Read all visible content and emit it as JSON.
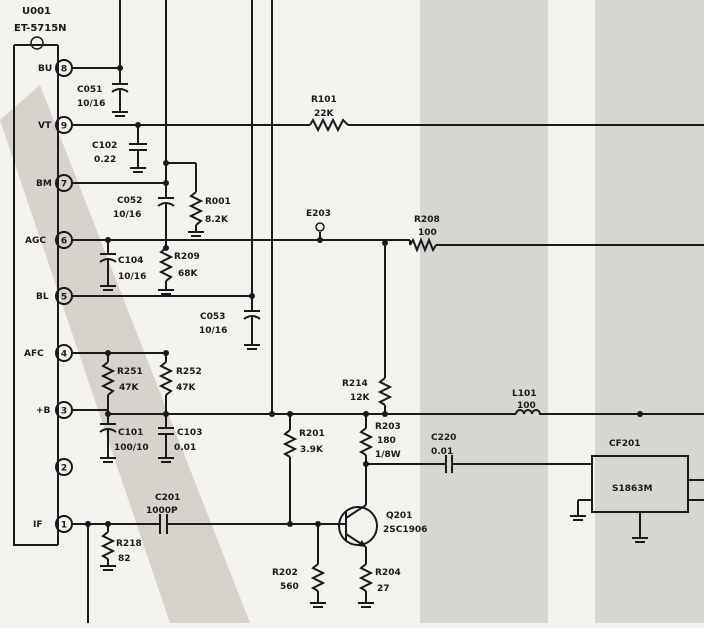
{
  "module": {
    "ref": "U001",
    "part": "ET-5715N"
  },
  "pins": [
    {
      "num": "8",
      "name": "BU"
    },
    {
      "num": "9",
      "name": "VT"
    },
    {
      "num": "7",
      "name": "BM"
    },
    {
      "num": "6",
      "name": "AGC"
    },
    {
      "num": "5",
      "name": "BL"
    },
    {
      "num": "4",
      "name": "AFC"
    },
    {
      "num": "3",
      "name": "+B"
    },
    {
      "num": "2",
      "name": ""
    },
    {
      "num": "1",
      "name": "IF"
    }
  ],
  "components": {
    "c051": {
      "ref": "C051",
      "value": "10/16"
    },
    "c102": {
      "ref": "C102",
      "value": "0.22"
    },
    "c052": {
      "ref": "C052",
      "value": "10/16"
    },
    "r001": {
      "ref": "R001",
      "value": "8.2K"
    },
    "c104": {
      "ref": "C104",
      "value": "10/16"
    },
    "r209": {
      "ref": "R209",
      "value": "68K"
    },
    "c053": {
      "ref": "C053",
      "value": "10/16"
    },
    "r101": {
      "ref": "R101",
      "value": "22K"
    },
    "e203": {
      "ref": "E203"
    },
    "r208": {
      "ref": "R208",
      "value": "100"
    },
    "r251": {
      "ref": "R251",
      "value": "47K"
    },
    "r252": {
      "ref": "R252",
      "value": "47K"
    },
    "r214": {
      "ref": "R214",
      "value": "12K"
    },
    "l101": {
      "ref": "L101",
      "value": "100"
    },
    "c101": {
      "ref": "C101",
      "value": "100/10"
    },
    "c103": {
      "ref": "C103",
      "value": "0.01"
    },
    "r201": {
      "ref": "R201",
      "value": "3.9K"
    },
    "r203": {
      "ref": "R203",
      "value": "180",
      "rating": "1/8W"
    },
    "c220": {
      "ref": "C220",
      "value": "0.01"
    },
    "cf201": {
      "ref": "CF201",
      "part": "S1863M"
    },
    "c201": {
      "ref": "C201",
      "value": "1000P"
    },
    "q201": {
      "ref": "Q201",
      "part": "2SC1906"
    },
    "r218": {
      "ref": "R218",
      "value": "82"
    },
    "r202": {
      "ref": "R202",
      "value": "560"
    },
    "r204": {
      "ref": "R204",
      "value": "27"
    }
  }
}
